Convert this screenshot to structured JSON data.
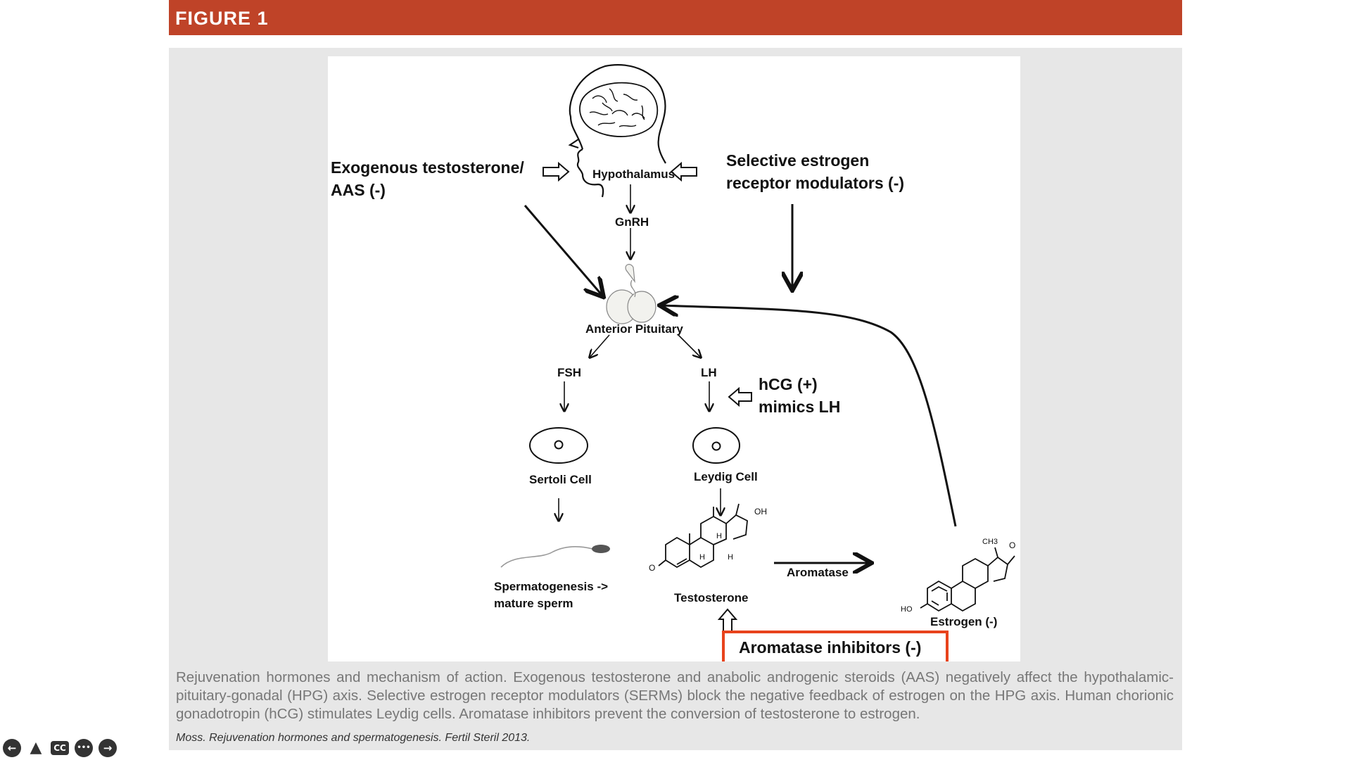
{
  "header": {
    "title": "FIGURE 1"
  },
  "diagram": {
    "hypothalamus": "Hypothalamus",
    "gnrh": "GnRH",
    "anterior_pituitary": "Anterior Pituitary",
    "fsh": "FSH",
    "lh": "LH",
    "sertoli": "Sertoli Cell",
    "leydig": "Leydig Cell",
    "sperm_line1": "Spermatogenesis ->",
    "sperm_line2": "mature sperm",
    "testosterone": "Testosterone",
    "aromatase": "Aromatase",
    "estrogen": "Estrogen (-)",
    "exo_line1": "Exogenous testosterone/",
    "exo_line2": "AAS (-)",
    "serm_line1": "Selective estrogen",
    "serm_line2": "receptor modulators (-)",
    "hcg_line1": "hCG (+)",
    "hcg_line2": "mimics LH",
    "ai_box": "Aromatase inhibitors (-)",
    "chem_oh": "OH",
    "chem_h": "H",
    "chem_o": "O",
    "chem_ch3": "CH3",
    "chem_ho": "HO"
  },
  "caption": "Rejuvenation hormones and mechanism of action. Exogenous testosterone and anabolic androgenic steroids (AAS) negatively affect the hypothalamic-pituitary-gonadal (HPG) axis. Selective estrogen receptor modulators (SERMs) block the negative feedback of estrogen on the HPG axis. Human chorionic gonadotropin (hCG) stimulates Leydig cells. Aromatase inhibitors prevent the conversion of testosterone to estrogen.",
  "citation": "Moss. Rejuvenation hormones and spermatogenesis. Fertil Steril 2013.",
  "colors": {
    "banner": "#bf4328",
    "highlight_box": "#e8431c",
    "panel": "#e7e7e7"
  },
  "controls": [
    {
      "icon": "arrow-left-icon",
      "glyph": "←"
    },
    {
      "icon": "person-icon",
      "glyph": "▲"
    },
    {
      "icon": "cc-icon",
      "glyph": "CC"
    },
    {
      "icon": "more-icon",
      "glyph": "•••"
    },
    {
      "icon": "arrow-right-icon",
      "glyph": "→"
    }
  ]
}
